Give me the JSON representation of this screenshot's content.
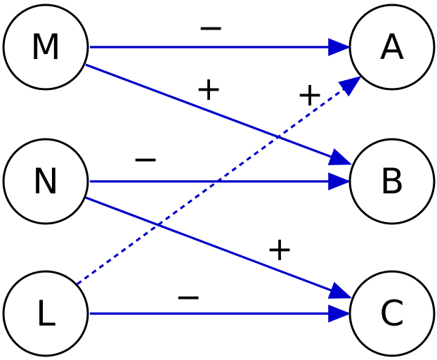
{
  "colors": {
    "edge": "#0000cc",
    "node_stroke": "#000000",
    "node_fill": "#ffffff"
  },
  "nodes": {
    "M": {
      "label": "M"
    },
    "N": {
      "label": "N"
    },
    "L": {
      "label": "L"
    },
    "A": {
      "label": "A"
    },
    "B": {
      "label": "B"
    },
    "C": {
      "label": "C"
    }
  },
  "edges": [
    {
      "from": "M",
      "to": "A",
      "sign": "−",
      "style": "solid"
    },
    {
      "from": "M",
      "to": "B",
      "sign": "+",
      "style": "solid"
    },
    {
      "from": "N",
      "to": "B",
      "sign": "−",
      "style": "solid"
    },
    {
      "from": "N",
      "to": "C",
      "sign": "+",
      "style": "solid"
    },
    {
      "from": "L",
      "to": "C",
      "sign": "−",
      "style": "solid"
    },
    {
      "from": "L",
      "to": "A",
      "sign": "+",
      "style": "dashed"
    }
  ]
}
